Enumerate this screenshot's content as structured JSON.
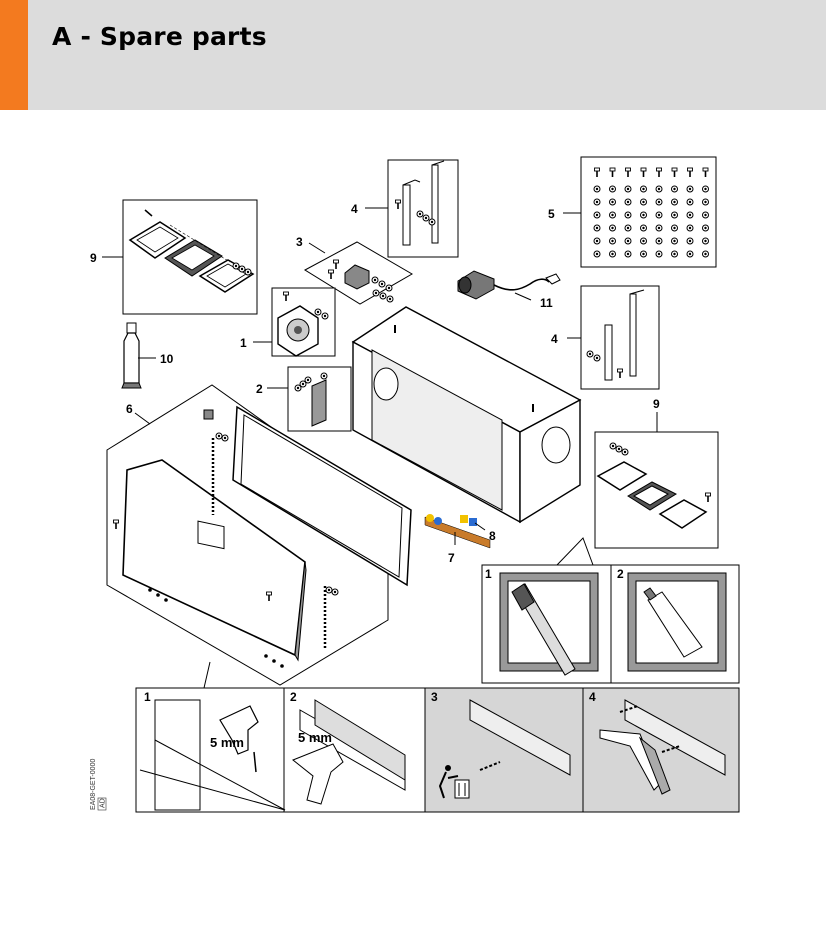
{
  "page": {
    "title": "A - Spare parts"
  },
  "colors": {
    "accent": "#f37a1f",
    "header_bg": "#dcdcdc",
    "panel_shade": "#d6d6d6"
  },
  "callouts": [
    "1",
    "2",
    "3",
    "4",
    "4",
    "5",
    "6",
    "7",
    "8",
    "9",
    "9",
    "10",
    "11"
  ],
  "detail_steps": [
    "1",
    "2"
  ],
  "mounting_steps": [
    "1",
    "2",
    "3",
    "4"
  ],
  "dimensions": {
    "drill_size_step1": "5 mm",
    "drill_size_step2": "5 mm"
  },
  "drawing_code": "EA08-GET-0000",
  "drawing_code_box": "AD",
  "icons": [
    "drill-icon",
    "waste-bin-icon",
    "rivet-pliers-icon",
    "brush-icon",
    "glue-tube-icon",
    "power-plug-icon",
    "fan-icon",
    "hinge-icon"
  ]
}
